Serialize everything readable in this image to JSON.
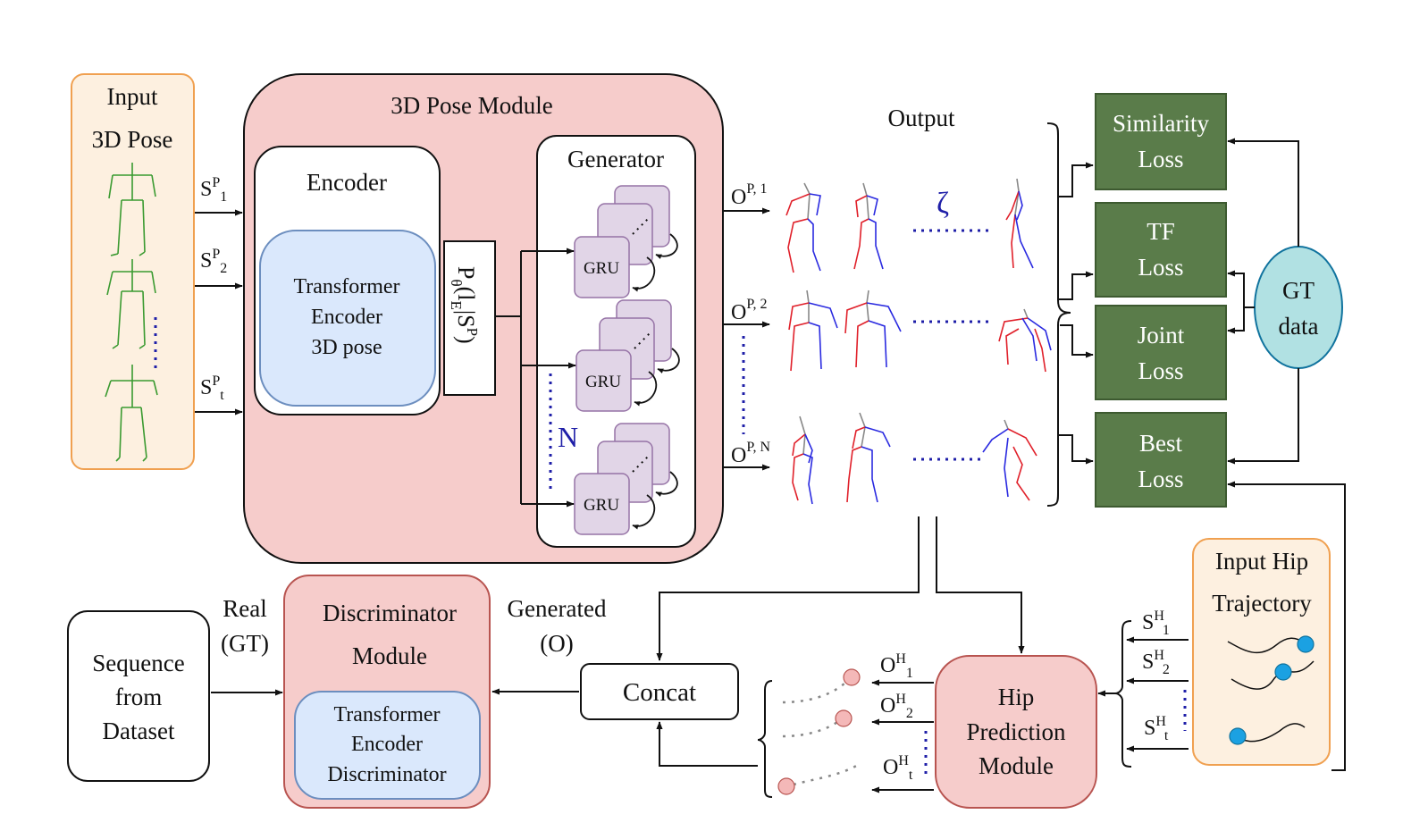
{
  "colors": {
    "input_pose_bg": "#fdf0e0",
    "input_pose_border": "#f0a050",
    "pose_module_bg": "#f6cccb",
    "module_border": "#b85450",
    "encoder_inner_bg": "#dae8fc",
    "encoder_inner_border": "#6c8ebf",
    "gru_bg": "#e1d5e7",
    "gru_border": "#9673a6",
    "loss_bg": "#5a7c4a",
    "loss_border": "#3d5a30",
    "gt_bg": "#b1e1e3",
    "gt_border": "#10739e",
    "dot_blue": "#1f1fa8",
    "skeleton_green": "#3a9a30",
    "skeleton_red": "#e0202a",
    "skeleton_blue": "#2a2ae0",
    "hip_dot_red": "#f4b8b8",
    "hip_dot_blue": "#1ba1e2"
  },
  "input_pose": {
    "line1": "Input",
    "line2": "3D Pose",
    "icon": "skeleton-icon"
  },
  "pose_module": {
    "title": "3D Pose Module",
    "encoder": {
      "title": "Encoder",
      "inner_line1": "Transformer",
      "inner_line2": "Encoder",
      "inner_line3": "3D pose"
    },
    "latent": {
      "P": "P",
      "theta": "θ",
      "rest": "(l",
      "sub_E": "E",
      "bar": "|S",
      "sup_P": "P",
      "close": ")"
    },
    "generator": {
      "title": "Generator",
      "gru_label": "GRU",
      "n_label": "N"
    }
  },
  "input_labels": {
    "s1": {
      "base": "S",
      "sup": "P",
      "sub": "1"
    },
    "s2": {
      "base": "S",
      "sup": "P",
      "sub": "2"
    },
    "st": {
      "base": "S",
      "sup": "P",
      "sub": "t"
    }
  },
  "output": {
    "title": "Output",
    "o1": {
      "base": "O",
      "sup": "P, 1"
    },
    "o2": {
      "base": "O",
      "sup": "P, 2"
    },
    "oN": {
      "base": "O",
      "sup": "P, N"
    },
    "zeta": "ζ"
  },
  "losses": {
    "similarity": {
      "line1": "Similarity",
      "line2": "Loss"
    },
    "tf": {
      "line1": "TF",
      "line2": "Loss"
    },
    "joint": {
      "line1": "Joint",
      "line2": "Loss"
    },
    "best": {
      "line1": "Best",
      "line2": "Loss"
    }
  },
  "gt": {
    "line1": "GT",
    "line2": "data"
  },
  "hip_input": {
    "line1": "Input Hip",
    "line2": "Trajectory",
    "h1": {
      "base": "S",
      "sup": "H",
      "sub": "1"
    },
    "h2": {
      "base": "S",
      "sup": "H",
      "sub": "2"
    },
    "ht": {
      "base": "S",
      "sup": "H",
      "sub": "t"
    }
  },
  "hip_module": {
    "line1": "Hip",
    "line2": "Prediction",
    "line3": "Module"
  },
  "hip_outputs": {
    "o1": {
      "base": "O",
      "sup": "H",
      "sub": "1"
    },
    "o2": {
      "base": "O",
      "sup": "H",
      "sub": "2"
    },
    "ot": {
      "base": "O",
      "sup": "H",
      "sub": "t"
    }
  },
  "concat": {
    "label": "Concat"
  },
  "discriminator": {
    "line1": "Discriminator",
    "line2": "Module",
    "inner_line1": "Transformer",
    "inner_line2": "Encoder",
    "inner_line3": "Discriminator"
  },
  "sequence": {
    "line1": "Sequence",
    "line2": "from",
    "line3": "Dataset"
  },
  "edge_labels": {
    "real_line1": "Real",
    "real_line2": "(GT)",
    "gen_line1": "Generated",
    "gen_line2": "(O)"
  }
}
